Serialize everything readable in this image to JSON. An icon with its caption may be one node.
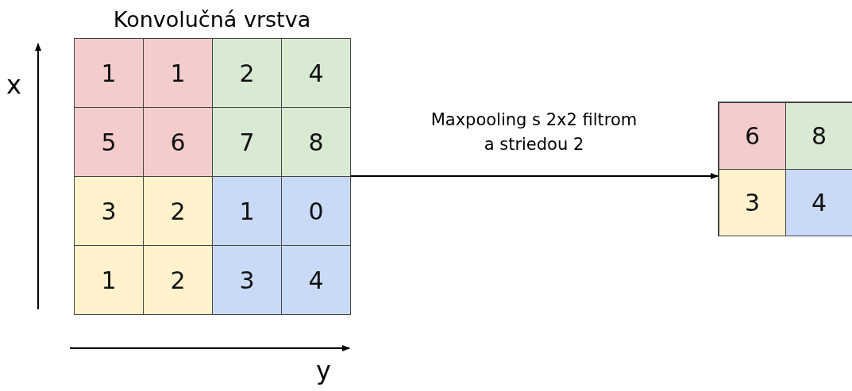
{
  "diagram": {
    "nodes": [
      {
        "text": [
          "Konvolučná vrstva"
        ]
      },
      {
        "text": [],
        "shape": "box"
      }
    ],
    "edges": [
      {
        "from": 0,
        "to": 1,
        "arrow": "to",
        "label": "Maxpooling s 2x2 filtrom a striedou 2"
      }
    ],
    "labels": [
      "x",
      "1",
      "1",
      "2",
      "4",
      "5",
      "6",
      "7",
      "8",
      "3",
      "2",
      "1",
      "0",
      "1",
      "2",
      "3",
      "4",
      "6",
      "8",
      "3",
      "4",
      "y"
    ]
  }
}
